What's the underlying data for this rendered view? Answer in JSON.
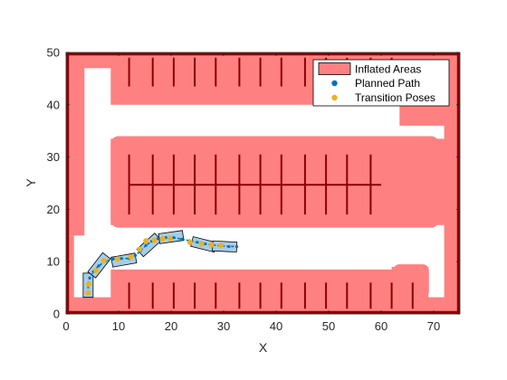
{
  "chart_data": {
    "type": "scatter",
    "title": "",
    "xlabel": "X",
    "ylabel": "Y",
    "xlim": [
      0,
      75
    ],
    "ylim": [
      0,
      50
    ],
    "xticks": [
      0,
      10,
      20,
      30,
      40,
      50,
      60,
      70
    ],
    "yticks": [
      0,
      10,
      20,
      30,
      40,
      50
    ],
    "grid": false,
    "legend_position": "top-right",
    "colors": {
      "inflated": "#ff8080",
      "obstacle": "#8b0000",
      "planned_path": "#0072bd",
      "transition_poses": "#edb120",
      "vehicle_fill": "#a6cde6",
      "vehicle_edge": "#000000"
    },
    "map": {
      "border_walls": [
        {
          "x1": 0,
          "y1": 49.7,
          "x2": 75,
          "y2": 49.7
        },
        {
          "x1": 0,
          "y1": 0.3,
          "x2": 75,
          "y2": 0.3
        },
        {
          "x1": 0.3,
          "y1": 0,
          "x2": 0.3,
          "y2": 50
        },
        {
          "x1": 74.7,
          "y1": 0,
          "x2": 74.7,
          "y2": 50
        }
      ],
      "inflated_regions": [
        {
          "x": 0,
          "y": 47,
          "w": 75,
          "h": 3
        },
        {
          "x": 0,
          "y": 0,
          "w": 75,
          "h": 3.2
        },
        {
          "x": 0,
          "y": 15,
          "w": 3.5,
          "h": 35
        },
        {
          "x": 0,
          "y": 0,
          "w": 1.5,
          "h": 15
        },
        {
          "x": 72,
          "y": 0,
          "w": 3,
          "h": 50
        },
        {
          "x": 8.5,
          "y": 40,
          "w": 55,
          "h": 10
        },
        {
          "x": 63.5,
          "y": 36,
          "w": 9,
          "h": 14
        },
        {
          "x": 8.5,
          "y": 0,
          "w": 54,
          "h": 8.5
        },
        {
          "x": 62,
          "y": 0,
          "w": 7,
          "h": 9
        },
        {
          "x": 12,
          "y": 17,
          "w": 61,
          "h": 16.5
        },
        {
          "x": 8.5,
          "y": 17,
          "w": 62,
          "h": 16.5
        }
      ],
      "inflated_rounded": [
        {
          "x": 8.5,
          "y": 16.5,
          "w": 62.5,
          "h": 17.5,
          "r": 1.5
        },
        {
          "x": 62.3,
          "y": 3,
          "w": 6.8,
          "h": 6.5,
          "r": 1.2
        }
      ],
      "obstacle_segments": [
        {
          "x1": 12,
          "y1": 49,
          "x2": 12,
          "y2": 43.5
        },
        {
          "x1": 16.5,
          "y1": 49,
          "x2": 16.5,
          "y2": 43.5
        },
        {
          "x1": 20.5,
          "y1": 49,
          "x2": 20.5,
          "y2": 43.5
        },
        {
          "x1": 24.5,
          "y1": 49,
          "x2": 24.5,
          "y2": 43.5
        },
        {
          "x1": 28.5,
          "y1": 49,
          "x2": 28.5,
          "y2": 43.5
        },
        {
          "x1": 33,
          "y1": 49,
          "x2": 33,
          "y2": 43.5
        },
        {
          "x1": 37,
          "y1": 49,
          "x2": 37,
          "y2": 43.5
        },
        {
          "x1": 41,
          "y1": 49,
          "x2": 41,
          "y2": 43.5
        },
        {
          "x1": 45.5,
          "y1": 49,
          "x2": 45.5,
          "y2": 43.5
        },
        {
          "x1": 49.5,
          "y1": 49,
          "x2": 49.5,
          "y2": 43.5
        },
        {
          "x1": 53.5,
          "y1": 49,
          "x2": 53.5,
          "y2": 43.5
        },
        {
          "x1": 58,
          "y1": 49,
          "x2": 58,
          "y2": 43.5
        },
        {
          "x1": 62,
          "y1": 49,
          "x2": 62,
          "y2": 43.5
        },
        {
          "x1": 12,
          "y1": 30.5,
          "x2": 12,
          "y2": 19
        },
        {
          "x1": 16.5,
          "y1": 30.5,
          "x2": 16.5,
          "y2": 19
        },
        {
          "x1": 20.5,
          "y1": 30.5,
          "x2": 20.5,
          "y2": 19
        },
        {
          "x1": 24.5,
          "y1": 30.5,
          "x2": 24.5,
          "y2": 19
        },
        {
          "x1": 28.5,
          "y1": 30.5,
          "x2": 28.5,
          "y2": 19
        },
        {
          "x1": 33,
          "y1": 30.5,
          "x2": 33,
          "y2": 19
        },
        {
          "x1": 37,
          "y1": 30.5,
          "x2": 37,
          "y2": 19
        },
        {
          "x1": 41,
          "y1": 30.5,
          "x2": 41,
          "y2": 19
        },
        {
          "x1": 45.5,
          "y1": 30.5,
          "x2": 45.5,
          "y2": 19
        },
        {
          "x1": 49.5,
          "y1": 30.5,
          "x2": 49.5,
          "y2": 19
        },
        {
          "x1": 53.5,
          "y1": 30.5,
          "x2": 53.5,
          "y2": 19
        },
        {
          "x1": 58,
          "y1": 30.5,
          "x2": 58,
          "y2": 19
        },
        {
          "x1": 12,
          "y1": 24.7,
          "x2": 60,
          "y2": 24.7
        },
        {
          "x1": 12,
          "y1": 1,
          "x2": 12,
          "y2": 6
        },
        {
          "x1": 16.5,
          "y1": 1,
          "x2": 16.5,
          "y2": 6
        },
        {
          "x1": 20.5,
          "y1": 1,
          "x2": 20.5,
          "y2": 6
        },
        {
          "x1": 24.5,
          "y1": 1,
          "x2": 24.5,
          "y2": 6
        },
        {
          "x1": 28.5,
          "y1": 1,
          "x2": 28.5,
          "y2": 6
        },
        {
          "x1": 33,
          "y1": 1,
          "x2": 33,
          "y2": 6
        },
        {
          "x1": 37,
          "y1": 1,
          "x2": 37,
          "y2": 6
        },
        {
          "x1": 41,
          "y1": 1,
          "x2": 41,
          "y2": 6
        },
        {
          "x1": 45.5,
          "y1": 1,
          "x2": 45.5,
          "y2": 6
        },
        {
          "x1": 49.5,
          "y1": 1,
          "x2": 49.5,
          "y2": 6
        },
        {
          "x1": 53.5,
          "y1": 1,
          "x2": 53.5,
          "y2": 6
        },
        {
          "x1": 58,
          "y1": 1,
          "x2": 58,
          "y2": 6
        },
        {
          "x1": 62,
          "y1": 1,
          "x2": 62,
          "y2": 6
        },
        {
          "x1": 66,
          "y1": 1,
          "x2": 66,
          "y2": 6
        }
      ]
    },
    "vehicle_poses": [
      {
        "x": 4.2,
        "y": 5.5,
        "theta": 90
      },
      {
        "x": 6.3,
        "y": 9.3,
        "theta": 52
      },
      {
        "x": 11.0,
        "y": 10.3,
        "theta": 10
      },
      {
        "x": 15.8,
        "y": 13.2,
        "theta": 42
      },
      {
        "x": 20.0,
        "y": 14.7,
        "theta": 8
      },
      {
        "x": 26.2,
        "y": 13.3,
        "theta": -14
      },
      {
        "x": 30.2,
        "y": 12.9,
        "theta": -3
      }
    ],
    "series": [
      {
        "name": "Planned Path",
        "marker": "line-dots",
        "x": [
          4.2,
          4.2,
          4.5,
          5.2,
          6.2,
          7.5,
          9.0,
          10.5,
          12.0,
          13.2,
          14.2,
          15.2,
          16.3,
          17.5,
          19.0,
          20.5,
          22.0,
          23.5,
          25.0,
          26.5,
          28.0,
          29.5,
          31.0,
          32.5
        ],
        "y": [
          4.0,
          5.5,
          6.9,
          8.1,
          9.2,
          10.1,
          10.5,
          10.6,
          10.6,
          11.2,
          12.1,
          13.1,
          13.9,
          14.4,
          14.6,
          14.6,
          14.3,
          14.0,
          13.7,
          13.4,
          13.2,
          13.0,
          12.9,
          12.9
        ]
      },
      {
        "name": "Transition Poses",
        "marker": "dot",
        "x": [
          4.2,
          4.3,
          5.7,
          7.2,
          9.8,
          12.3,
          14.0,
          15.2,
          16.8,
          18.4,
          19.8,
          23.6,
          25.8,
          27.7,
          29.5
        ],
        "y": [
          4.0,
          5.7,
          8.3,
          10.2,
          10.5,
          10.9,
          12.4,
          14.0,
          14.1,
          14.4,
          14.4,
          13.7,
          13.4,
          13.2,
          13.1
        ]
      }
    ],
    "legend": [
      {
        "label": "Inflated Areas",
        "symbol": "rect"
      },
      {
        "label": "Planned Path",
        "symbol": "dot-blue"
      },
      {
        "label": "Transition Poses",
        "symbol": "dot-yellow"
      }
    ]
  }
}
